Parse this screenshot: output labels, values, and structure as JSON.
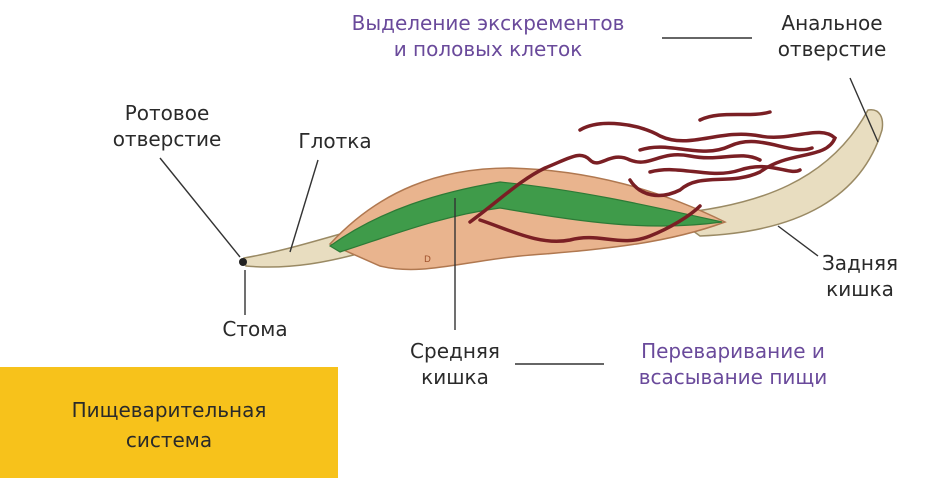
{
  "labels": {
    "excretion_line1": "Выделение экскрементов",
    "excretion_line2": "и половых клеток",
    "anal_line1": "Анальное",
    "anal_line2": "отверстие",
    "mouth_line1": "Ротовое",
    "mouth_line2": "отверстие",
    "pharynx": "Глотка",
    "hindgut_line1": "Задняя",
    "hindgut_line2": "кишка",
    "stoma": "Стома",
    "midgut_line1": "Средняя",
    "midgut_line2": "кишка",
    "digestion_line1": "Переваривание и",
    "digestion_line2": "всасывание пищи",
    "body_mark": "D"
  },
  "legend": {
    "line1": "Пищеварительная",
    "line2": "система"
  },
  "colors": {
    "function_text": "#6a4a9b",
    "legend_bg": "#f7c21b",
    "body_fill": "#e9b48e",
    "gut_green": "#3f9b4a",
    "gonad": "#7a1f24",
    "tail_fill": "#e8ddc0"
  }
}
